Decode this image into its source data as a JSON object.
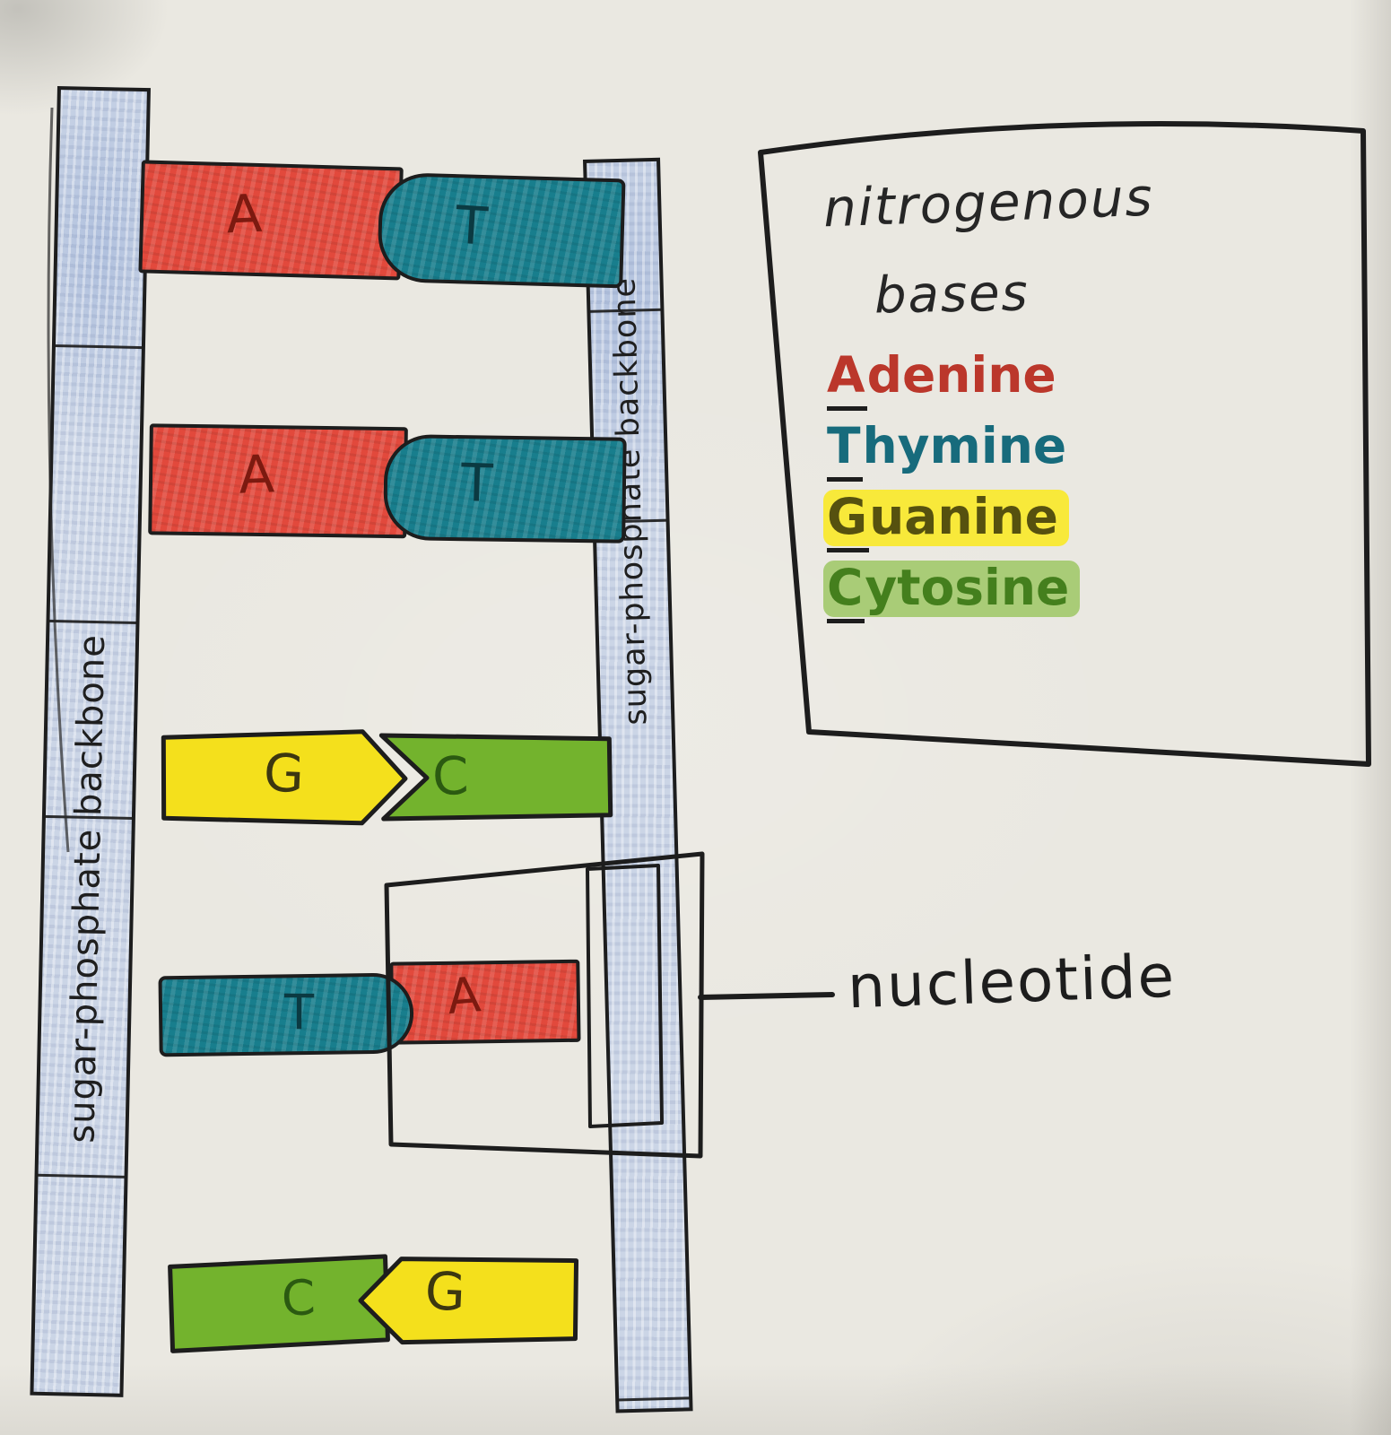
{
  "diagram": {
    "kind": "hand-drawn DNA ladder diagram",
    "ink_color": "#1d1d1d",
    "paper_color": "#eae8e1"
  },
  "backbones": {
    "fill": "#cbd5e6",
    "left_label": "sugar-phosphate backbone",
    "right_label": "sugar-phosphate backbone"
  },
  "base_pairs": [
    {
      "junction": "rounded-cap-on-T",
      "left": {
        "letter": "A",
        "base": "adenine",
        "color": "#e2493c",
        "ink": "#7c1a10"
      },
      "right": {
        "letter": "T",
        "base": "thymine",
        "color": "#187e8d",
        "ink": "#0b3a42"
      }
    },
    {
      "junction": "rounded-cap-on-T",
      "left": {
        "letter": "A",
        "base": "adenine",
        "color": "#e2493c",
        "ink": "#7c1a10"
      },
      "right": {
        "letter": "T",
        "base": "thymine",
        "color": "#187e8d",
        "ink": "#0b3a42"
      }
    },
    {
      "junction": "arrow-pointing-right",
      "left": {
        "letter": "G",
        "base": "guanine",
        "color": "#f4e01c",
        "ink": "#3c3710"
      },
      "right": {
        "letter": "C",
        "base": "cytosine",
        "color": "#73b32d",
        "ink": "#2b5a11"
      }
    },
    {
      "junction": "rounded-cap-on-T",
      "left": {
        "letter": "T",
        "base": "thymine",
        "color": "#187e8d",
        "ink": "#0b3a42"
      },
      "right": {
        "letter": "A",
        "base": "adenine",
        "color": "#e2493c",
        "ink": "#7c1a10"
      }
    },
    {
      "junction": "arrow-pointing-left",
      "left": {
        "letter": "C",
        "base": "cytosine",
        "color": "#73b32d",
        "ink": "#2b5a11"
      },
      "right": {
        "letter": "G",
        "base": "guanine",
        "color": "#f4e01c",
        "ink": "#3c3710"
      }
    }
  ],
  "legend": {
    "title_line1": "nitrogenous",
    "title_line2": "bases",
    "entries": [
      {
        "initial": "A",
        "rest": "denine",
        "color": "#bb372b"
      },
      {
        "initial": "T",
        "rest": "hymine",
        "color": "#176b7c"
      },
      {
        "initial": "G",
        "rest": "uanine",
        "color": "#56510f",
        "highlight": "#f8e93a"
      },
      {
        "initial": "C",
        "rest": "ytosine",
        "color": "#447f1d",
        "highlight": "#a9cc77"
      }
    ]
  },
  "annotation": {
    "label": "nucleotide"
  }
}
